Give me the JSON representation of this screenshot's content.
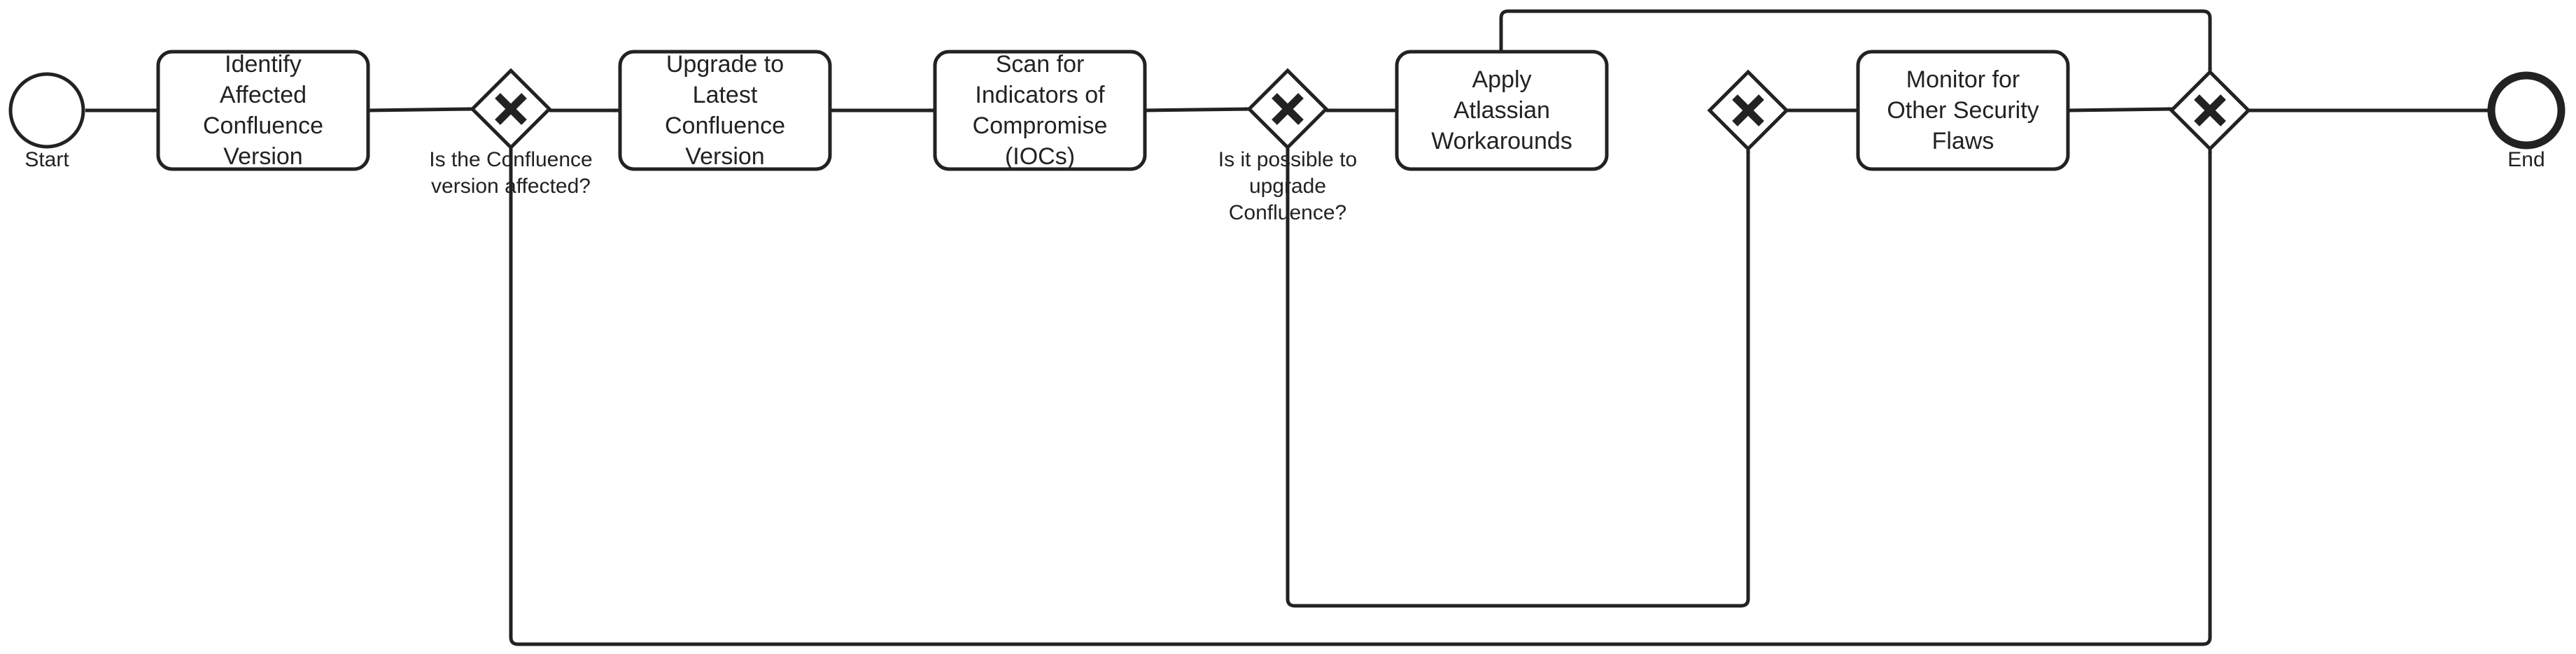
{
  "events": {
    "start": "Start",
    "end": "End"
  },
  "tasks": {
    "identify": "Identify\nAffected\nConfluence\nVersion",
    "upgrade": "Upgrade to\nLatest\nConfluence\nVersion",
    "scan": "Scan for\nIndicators of\nCompromise\n(IOCs)",
    "workarounds": "Apply\nAtlassian\nWorkarounds",
    "monitor": "Monitor for\nOther Security\nFlaws"
  },
  "gateways": {
    "affected": "Is the Confluence\nversion affected?",
    "possible": "Is it possible to\nupgrade\nConfluence?"
  }
}
